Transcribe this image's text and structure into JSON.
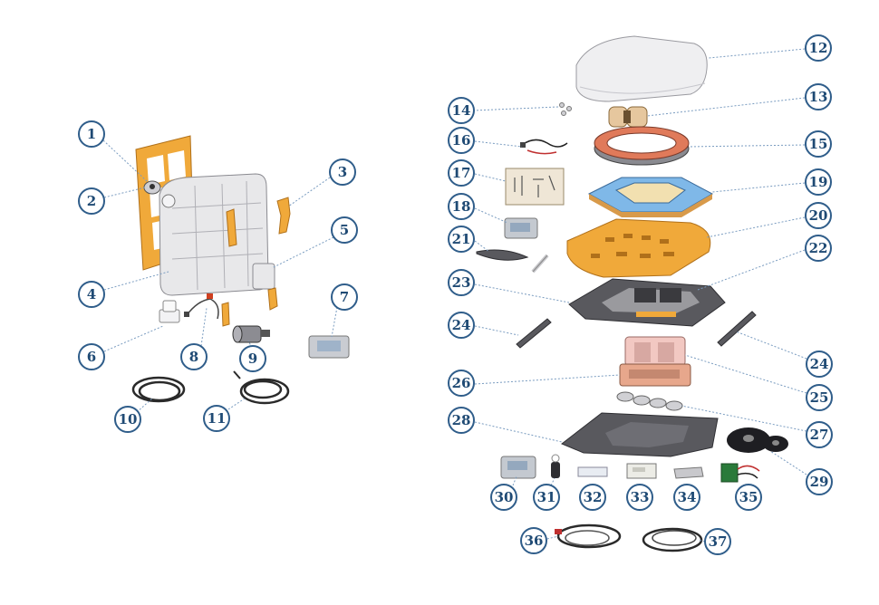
{
  "diagram": {
    "callouts": [
      {
        "id": "c1",
        "label": "1"
      },
      {
        "id": "c2",
        "label": "2"
      },
      {
        "id": "c3",
        "label": "3"
      },
      {
        "id": "c4",
        "label": "4"
      },
      {
        "id": "c5",
        "label": "5"
      },
      {
        "id": "c6",
        "label": "6"
      },
      {
        "id": "c7",
        "label": "7"
      },
      {
        "id": "c8",
        "label": "8"
      },
      {
        "id": "c9",
        "label": "9"
      },
      {
        "id": "c10",
        "label": "10"
      },
      {
        "id": "c11",
        "label": "11"
      },
      {
        "id": "c12",
        "label": "12"
      },
      {
        "id": "c13",
        "label": "13"
      },
      {
        "id": "c14",
        "label": "14"
      },
      {
        "id": "c15",
        "label": "15"
      },
      {
        "id": "c16",
        "label": "16"
      },
      {
        "id": "c17",
        "label": "17"
      },
      {
        "id": "c18",
        "label": "18"
      },
      {
        "id": "c19",
        "label": "19"
      },
      {
        "id": "c20",
        "label": "20"
      },
      {
        "id": "c21",
        "label": "21"
      },
      {
        "id": "c22",
        "label": "22"
      },
      {
        "id": "c23",
        "label": "23"
      },
      {
        "id": "c24a",
        "label": "24"
      },
      {
        "id": "c24b",
        "label": "24"
      },
      {
        "id": "c25",
        "label": "25"
      },
      {
        "id": "c26",
        "label": "26"
      },
      {
        "id": "c27",
        "label": "27"
      },
      {
        "id": "c28",
        "label": "28"
      },
      {
        "id": "c29",
        "label": "29"
      },
      {
        "id": "c30",
        "label": "30"
      },
      {
        "id": "c31",
        "label": "31"
      },
      {
        "id": "c32",
        "label": "32"
      },
      {
        "id": "c33",
        "label": "33"
      },
      {
        "id": "c34",
        "label": "34"
      },
      {
        "id": "c35",
        "label": "35"
      },
      {
        "id": "c36",
        "label": "36"
      },
      {
        "id": "c37",
        "label": "37"
      }
    ],
    "colors": {
      "badge_stroke": "#2f5d8a",
      "badge_text": "#1f4a74",
      "leader": "#7a9cc0",
      "part_orange": "#f0a93a",
      "part_grey": "#e8e8ea",
      "part_dark": "#59595e"
    }
  }
}
